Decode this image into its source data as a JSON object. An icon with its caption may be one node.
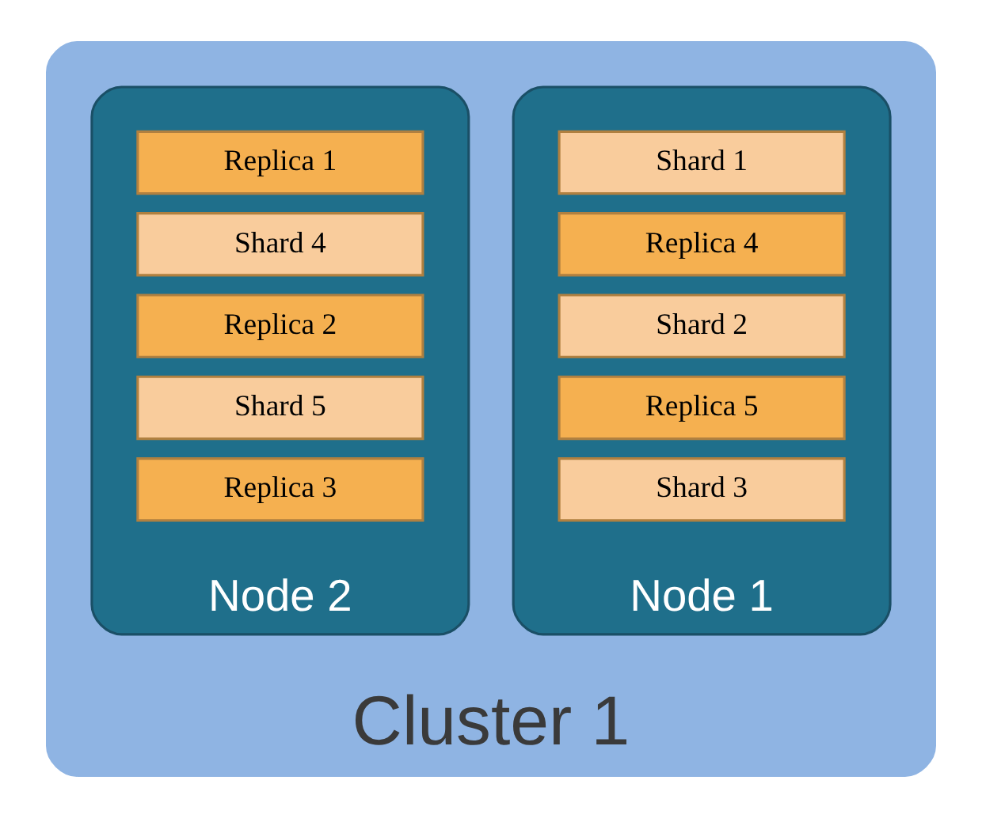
{
  "diagram": {
    "nodes": [
      {
        "text": [
          "Cluster 1"
        ]
      },
      {
        "text": [
          "Node 1"
        ],
        "in": 0
      },
      {
        "text": [
          "Shard 1"
        ],
        "in": 1
      },
      {
        "text": [
          "Replica 4"
        ],
        "in": 1
      },
      {
        "text": [
          "Shard 2"
        ],
        "in": 1
      },
      {
        "text": [
          "Replica 5"
        ],
        "in": 1
      },
      {
        "text": [
          "Shard 3"
        ],
        "in": 1
      },
      {
        "text": [
          "Node 2"
        ],
        "in": 0
      },
      {
        "text": [
          "Replica 1"
        ],
        "in": 7
      },
      {
        "text": [
          "Shard 4"
        ],
        "in": 7
      },
      {
        "text": [
          "Replica 2"
        ],
        "in": 7
      },
      {
        "text": [
          "Shard 5"
        ],
        "in": 7
      },
      {
        "text": [
          "Replica 3"
        ],
        "in": 7
      }
    ],
    "edges": []
  }
}
